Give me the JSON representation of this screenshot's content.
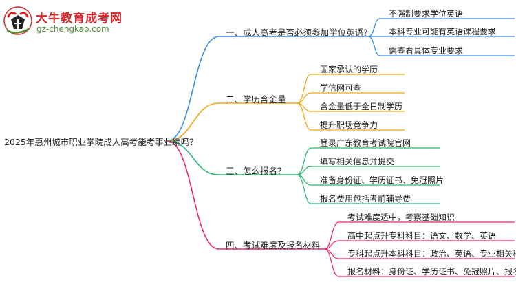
{
  "header": {
    "logo_title": "大牛教育成考网",
    "logo_url": "gz-chengkao.com"
  },
  "mindmap": {
    "root": "2025年惠州城市职业学院成人高考能考事业编吗？",
    "branches": [
      {
        "label": "一、成人高考是否必须参加学位英语？",
        "color": "#3b8ee6",
        "leaves": [
          "不强制要求学位英语",
          "本科专业可能有英语课程要求",
          "需查看具体专业要求"
        ]
      },
      {
        "label": "二、学历含金量",
        "color": "#f0a70f",
        "leaves": [
          "国家承认的学历",
          "学信网可查",
          "含金量低于全日制学历",
          "提升职场竞争力"
        ]
      },
      {
        "label": "三、怎么报名？",
        "color": "#2bb673",
        "leaves": [
          "登录广东教育考试院官网",
          "填写相关信息并提交",
          "准备身份证、学历证书、免冠照片",
          "报名费用包括考前辅导费"
        ]
      },
      {
        "label": "四、考试难度及报名材料",
        "color": "#e8286e",
        "leaves": [
          "考试难度适中，考察基础知识",
          "高中起点升专科科目：语文、数学、英语",
          "专科起点升本科科目：政治、英语、专业相关科目",
          "报名材料：身份证、学历证书、免冠照片、报名费用"
        ]
      }
    ]
  }
}
